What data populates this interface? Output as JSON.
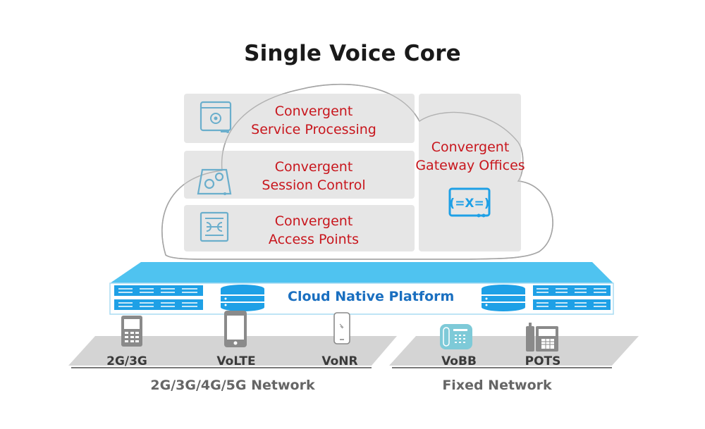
{
  "title": "Single Voice Core",
  "core_functions": [
    {
      "line1": "Convergent",
      "line2": "Service Processing",
      "icon": "service-processing-icon"
    },
    {
      "line1": "Convergent",
      "line2": "Session Control",
      "icon": "gears-icon"
    },
    {
      "line1": "Convergent",
      "line2": "Access Points",
      "icon": "access-points-icon"
    }
  ],
  "gateway": {
    "line1": "Convergent",
    "line2": "Gateway Offices",
    "icon": "gateway-exchange-icon"
  },
  "platform": {
    "label": "Cloud Native Platform"
  },
  "mobile_network": {
    "label": "2G/3G/4G/5G Network",
    "devices": [
      {
        "label": "2G/3G",
        "icon": "feature-phone-icon"
      },
      {
        "label": "VoLTE",
        "icon": "smartphone-icon"
      },
      {
        "label": "VoNR",
        "icon": "5g-phone-icon"
      }
    ]
  },
  "fixed_network": {
    "label": "Fixed Network",
    "devices": [
      {
        "label": "VoBB",
        "icon": "ip-phone-icon"
      },
      {
        "label": "POTS",
        "icon": "landline-phone-icon"
      }
    ]
  },
  "colors": {
    "accent_red": "#c8161d",
    "platform_blue": "#4fc3f0",
    "platform_text": "#1a6fc0",
    "icon_blue": "#1ea0e6",
    "box_gray": "#e6e6e6"
  }
}
